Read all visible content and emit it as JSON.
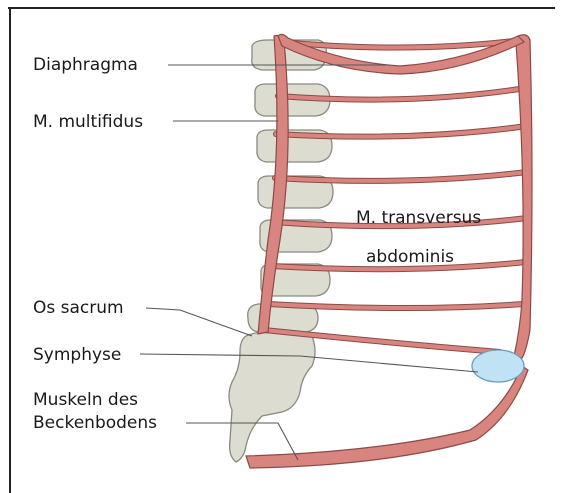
{
  "labels": {
    "diaphragm": "Diaphragma",
    "multifidus": "M. multifidus",
    "transversus_line1": "M. transversus",
    "transversus_line2": "abdominis",
    "sacrum": "Os sacrum",
    "symphysis": "Symphyse",
    "pelvic_floor_line1": "Muskeln des",
    "pelvic_floor_line2": "Beckenbodens"
  },
  "colors": {
    "muscle": "#d9857f",
    "bone": "#dcdcd0",
    "symphysis": "#bfe3f5"
  }
}
